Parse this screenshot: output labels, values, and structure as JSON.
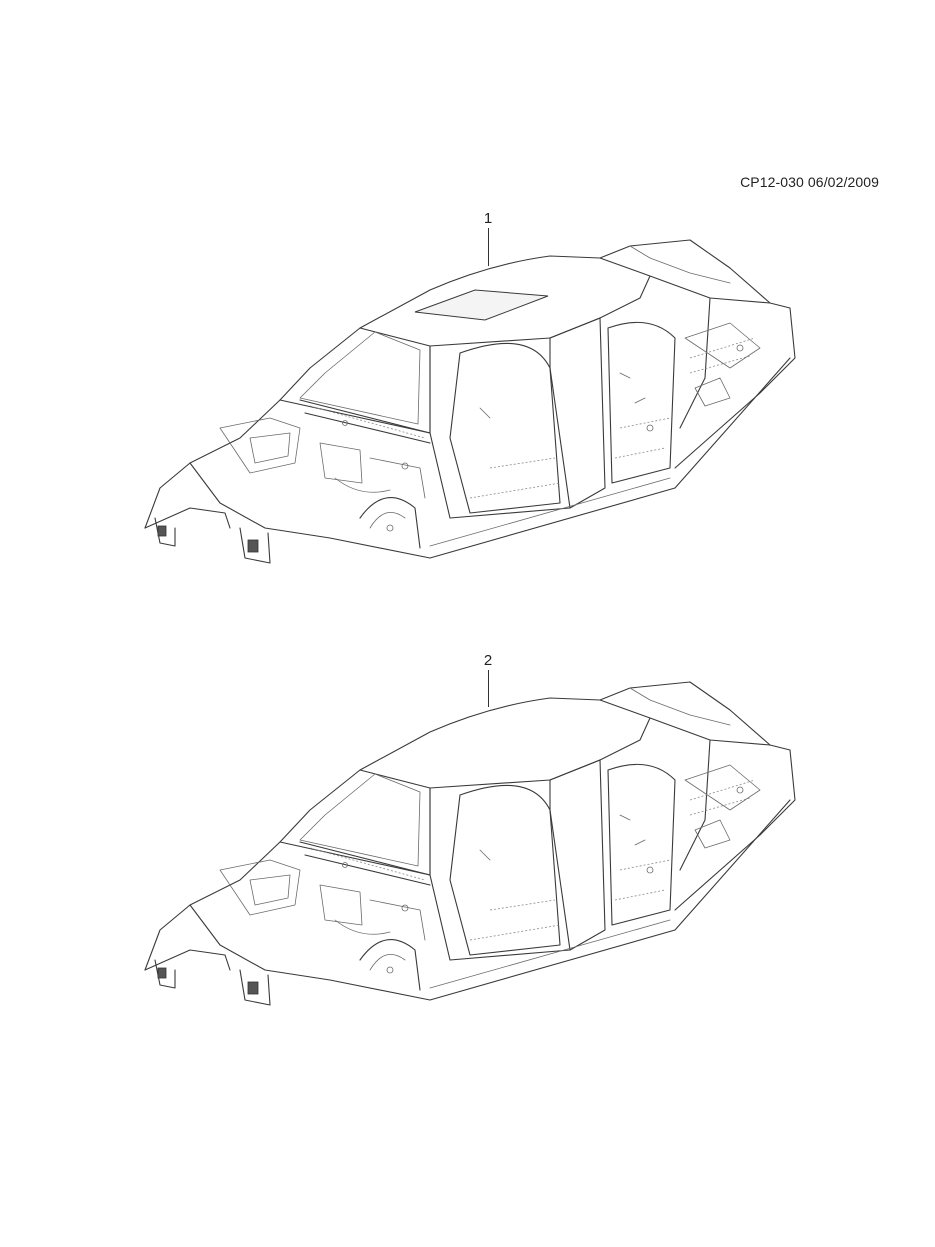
{
  "header": {
    "doc_id": "CP12-030 06/02/2009"
  },
  "callouts": [
    {
      "number": "1"
    },
    {
      "number": "2"
    }
  ]
}
